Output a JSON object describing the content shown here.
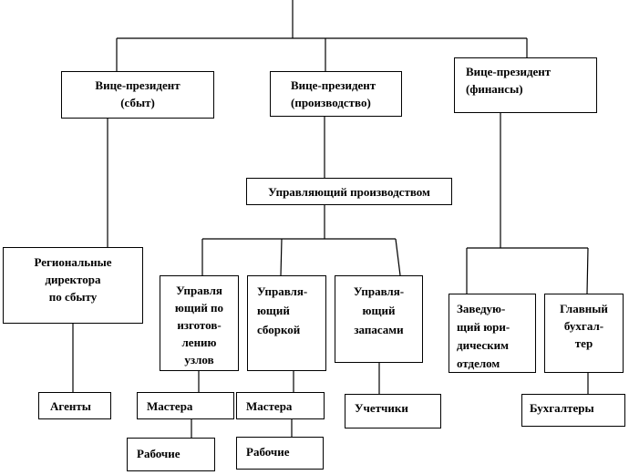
{
  "nodes": {
    "vp_sales": "Вице-президент\n(сбыт)",
    "vp_production": "Вице-президент\n(производство)",
    "vp_finance": "Вице-президент\n(финансы)",
    "production_manager": "Управляющий производством",
    "regional_directors": "Региональные\nдиректора\nпо сбыту",
    "parts_manager": "Управля\nющий по\nизготов-\nлению\nузлов",
    "assembly_manager": "Управля-\nющий\nсборкой",
    "inventory_manager": "Управля-\nющий\nзапасами",
    "legal_head": "Заведую-\nщий юри-\nдическим\nотделом",
    "chief_accountant": "Главный\nбухгал-\nтер",
    "agents": "Агенты",
    "foremen_1": "Мастера",
    "foremen_2": "Мастера",
    "tallymen": "Учетчики",
    "accountants": "Бухгалтеры",
    "workers_1": "Рабочие",
    "workers_2": "Рабочие"
  }
}
